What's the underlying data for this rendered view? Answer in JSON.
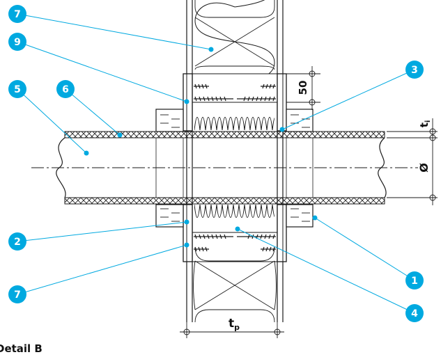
{
  "colors": {
    "marker": "#00a9e0",
    "leader": "#00a9e0",
    "line": "#1a1a1a"
  },
  "markers": [
    {
      "id": "m7a",
      "label": "7"
    },
    {
      "id": "m9",
      "label": "9"
    },
    {
      "id": "m5",
      "label": "5"
    },
    {
      "id": "m6",
      "label": "6"
    },
    {
      "id": "m3",
      "label": "3"
    },
    {
      "id": "m2",
      "label": "2"
    },
    {
      "id": "m7b",
      "label": "7"
    },
    {
      "id": "m1",
      "label": "1"
    },
    {
      "id": "m4",
      "label": "4"
    }
  ],
  "dimensions": {
    "gap": "50",
    "thickness_t": "t",
    "thickness_sub": "i",
    "diameter": "Ø",
    "wall_t": "t",
    "wall_sub": "p"
  },
  "caption": "Detail B"
}
